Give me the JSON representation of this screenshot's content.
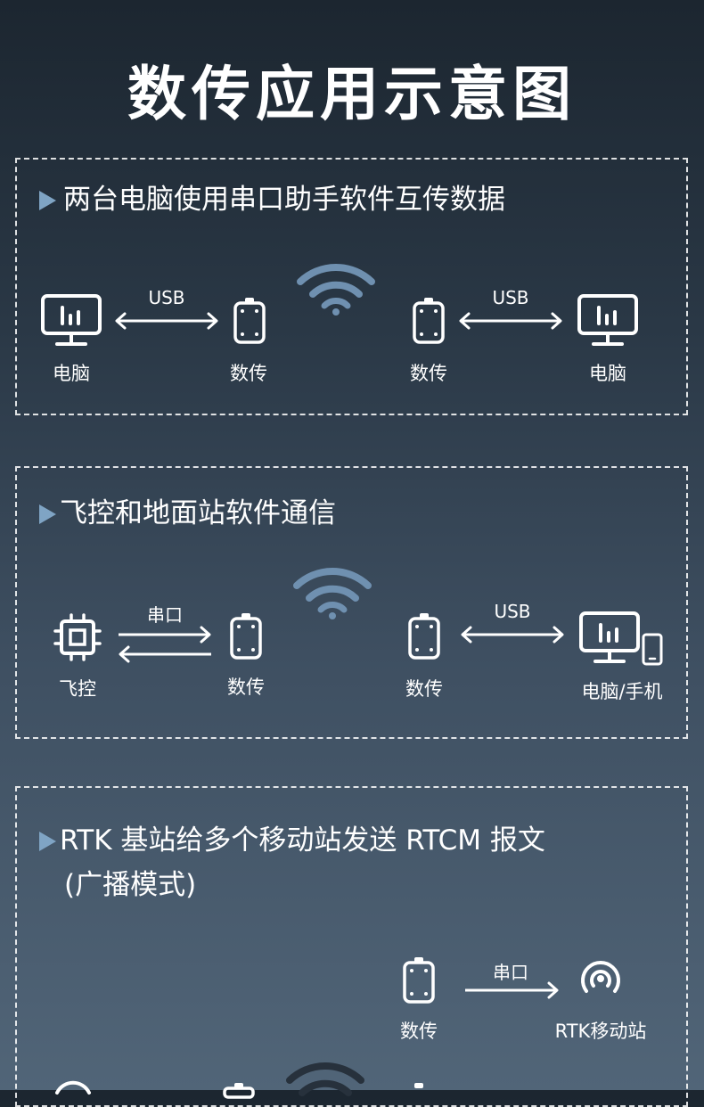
{
  "page_title": "数传应用示意图",
  "section1": {
    "heading": "两台电脑使用串口助手软件互传数据",
    "left_device": "电脑",
    "left_link": "USB",
    "left_radio": "数传",
    "right_radio": "数传",
    "right_link": "USB",
    "right_device": "电脑"
  },
  "section2": {
    "heading": "飞控和地面站软件通信",
    "left_device": "飞控",
    "left_link": "串口",
    "left_radio": "数传",
    "right_radio": "数传",
    "right_link": "USB",
    "right_device": "电脑/手机"
  },
  "section3": {
    "heading_line1": "RTK 基站给多个移动站发送 RTCM 报文",
    "heading_line2": "(广播模式)",
    "radio": "数传",
    "link": "串口",
    "device": "RTK移动站"
  },
  "colors": {
    "accent": "#7fa4c4",
    "wifi": "#6f90b0",
    "wifi_bottom": "#27313c"
  }
}
